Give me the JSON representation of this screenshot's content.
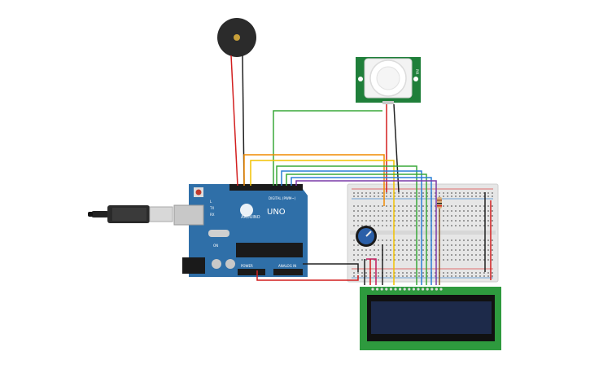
{
  "arduino": {
    "logo": "ARDUINO",
    "model": "UNO",
    "header_top": "DIGITAL (PWM~)",
    "header_power": "POWER",
    "header_analog": "ANALOG IN",
    "tx_label": "TX",
    "rx_label": "RX",
    "on_label": "ON",
    "l_label": "L"
  },
  "pir_sensor": {
    "side_label": "PIR"
  },
  "colors": {
    "arduino_board": "#2f6fa8",
    "breadboard": "#e6e6e6",
    "lcd_board": "#2e9a3e",
    "lcd_screen": "#1d2a4a",
    "pir_board": "#1f7f3a",
    "wire_red": "#d21f1f",
    "wire_black": "#222222",
    "wire_orange": "#f08a00",
    "wire_yellow": "#f2c200",
    "wire_green": "#3aa83a",
    "wire_blue": "#2a7fd6",
    "wire_purple": "#7a3aa8",
    "wire_brown": "#8a5a2a",
    "wire_magenta": "#c2185b"
  },
  "components": [
    "piezo-buzzer",
    "pir-sensor",
    "arduino-uno",
    "breadboard",
    "potentiometer",
    "resistor",
    "lcd-16x2",
    "usb-cable"
  ]
}
